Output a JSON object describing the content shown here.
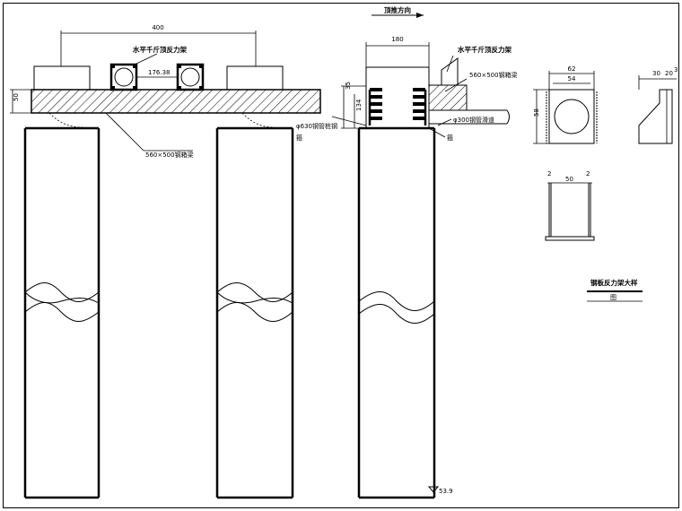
{
  "labels": {
    "push_direction": "顶推方向",
    "jack_frame_left": "水平千斤顶反力架",
    "jack_frame_right": "水平千斤顶反力架",
    "beam_left": "560×500钢箱梁",
    "beam_right": "560×500钢箱梁",
    "pipe_pile": "φ630钢管桩钢",
    "pipe_pile_tail": "箍",
    "slide_beam": "φ300钢管滑道",
    "detail_title": "钢板反力架大样",
    "detail_subtitle": "图"
  },
  "dimensions": {
    "span_top": "400",
    "jack_offset": "176.38",
    "beam_height": "50",
    "right_width": "180",
    "right_h1": "35",
    "right_h2": "134",
    "plate_outer": "62",
    "plate_inner": "54",
    "plate_height": "58",
    "bracket_a": "30",
    "bracket_b": "20",
    "bracket_c": "3",
    "stand_a": "2",
    "stand_b": "50",
    "stand_c": "2",
    "elevation": "53.9"
  }
}
